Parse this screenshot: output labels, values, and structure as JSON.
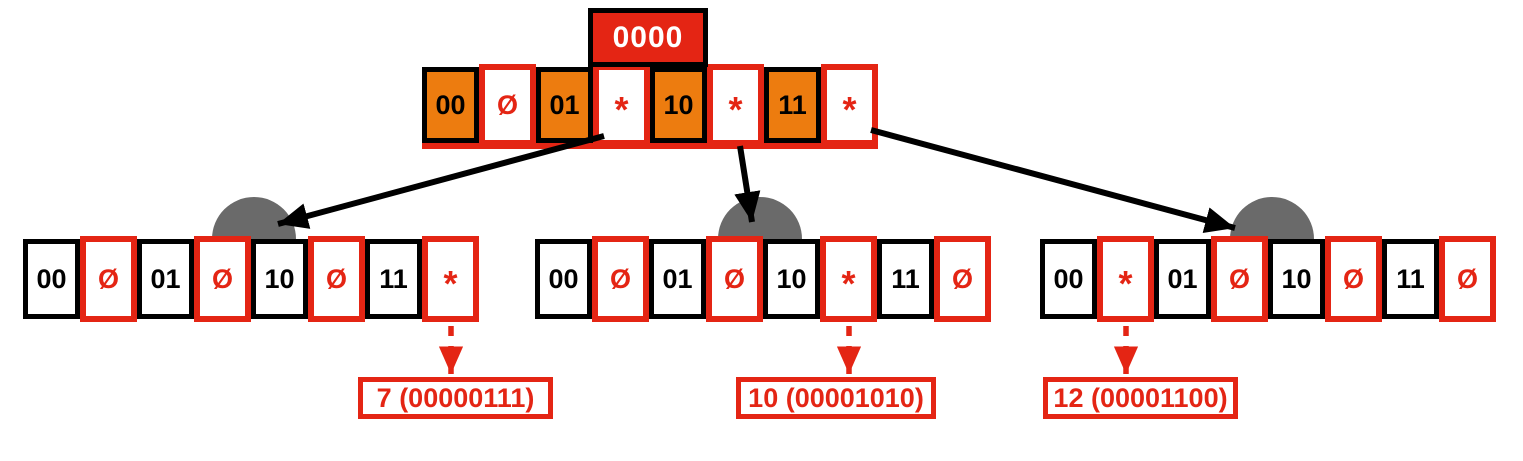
{
  "colors": {
    "red": "#e42514",
    "orange": "#ed7c0f",
    "gray": "#6a6a6a",
    "black": "#000000"
  },
  "root": {
    "label": "0000"
  },
  "nodes": {
    "top": {
      "cells": [
        {
          "label": "00",
          "type": "key"
        },
        {
          "label": "Ø",
          "type": "empty"
        },
        {
          "label": "01",
          "type": "key"
        },
        {
          "label": "*",
          "type": "child-pointer"
        },
        {
          "label": "10",
          "type": "key"
        },
        {
          "label": "*",
          "type": "child-pointer"
        },
        {
          "label": "11",
          "type": "key"
        },
        {
          "label": "*",
          "type": "child-pointer"
        }
      ]
    },
    "left": {
      "cells": [
        {
          "label": "00",
          "type": "key"
        },
        {
          "label": "Ø",
          "type": "empty"
        },
        {
          "label": "01",
          "type": "key"
        },
        {
          "label": "Ø",
          "type": "empty"
        },
        {
          "label": "10",
          "type": "key"
        },
        {
          "label": "Ø",
          "type": "empty"
        },
        {
          "label": "11",
          "type": "key"
        },
        {
          "label": "*",
          "type": "value-pointer"
        }
      ],
      "value_label": "7 (00000111)"
    },
    "middle": {
      "cells": [
        {
          "label": "00",
          "type": "key"
        },
        {
          "label": "Ø",
          "type": "empty"
        },
        {
          "label": "01",
          "type": "key"
        },
        {
          "label": "Ø",
          "type": "empty"
        },
        {
          "label": "10",
          "type": "key"
        },
        {
          "label": "*",
          "type": "value-pointer"
        },
        {
          "label": "11",
          "type": "key"
        },
        {
          "label": "Ø",
          "type": "empty"
        }
      ],
      "value_label": "10 (00001010)"
    },
    "right": {
      "cells": [
        {
          "label": "00",
          "type": "key"
        },
        {
          "label": "*",
          "type": "value-pointer"
        },
        {
          "label": "01",
          "type": "key"
        },
        {
          "label": "Ø",
          "type": "empty"
        },
        {
          "label": "10",
          "type": "key"
        },
        {
          "label": "Ø",
          "type": "empty"
        },
        {
          "label": "11",
          "type": "key"
        },
        {
          "label": "Ø",
          "type": "empty"
        }
      ],
      "value_label": "12 (00001100)"
    }
  }
}
